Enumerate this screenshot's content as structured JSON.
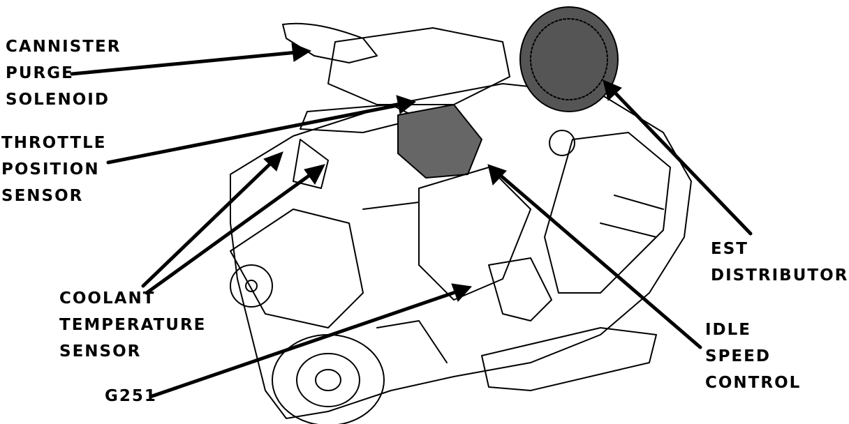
{
  "labels": {
    "cannister_purge_solenoid": [
      "CANNISTER",
      "PURGE",
      "SOLENOID"
    ],
    "throttle_position_sensor": [
      "THROTTLE",
      "POSITION",
      "SENSOR"
    ],
    "coolant_temperature_sensor": [
      "COOLANT",
      "TEMPERATURE",
      "SENSOR"
    ],
    "g251": "G251",
    "est_distributor": [
      "EST",
      "DISTRIBUTOR"
    ],
    "idle_speed_control": [
      "IDLE",
      "SPEED",
      "CONTROL"
    ]
  },
  "colors": {
    "ink": "#000000",
    "background": "#ffffff"
  }
}
